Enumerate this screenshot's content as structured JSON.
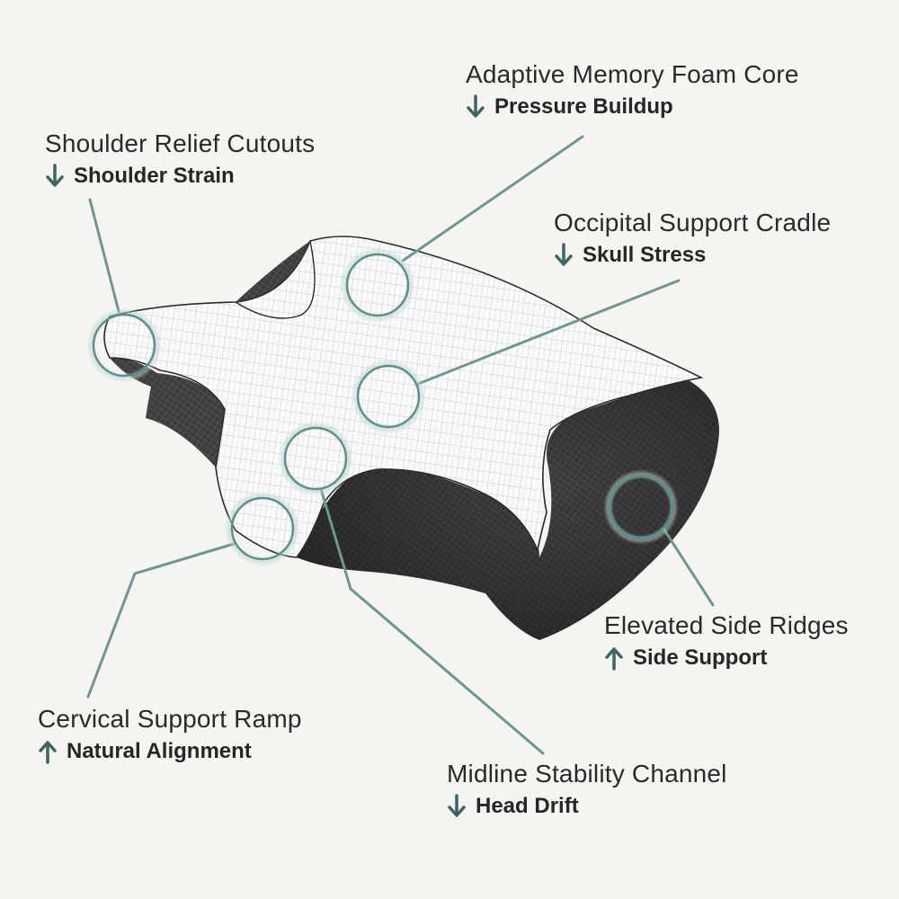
{
  "colors": {
    "background": "#f5f4f1",
    "leader_line": "#6e9692",
    "arrow": "#3b6663",
    "marker_glow": "#b9d8d4",
    "text": "#262626"
  },
  "callouts": [
    {
      "title": "Adaptive Memory Foam Core",
      "effect": "Pressure Buildup",
      "direction": "down",
      "icon": "arrow-down-icon"
    },
    {
      "title": "Shoulder Relief Cutouts",
      "effect": "Shoulder Strain",
      "direction": "down",
      "icon": "arrow-down-icon"
    },
    {
      "title": "Occipital Support Cradle",
      "effect": "Skull Stress",
      "direction": "down",
      "icon": "arrow-down-icon"
    },
    {
      "title": "Elevated Side Ridges",
      "effect": "Side Support",
      "direction": "up",
      "icon": "arrow-up-icon"
    },
    {
      "title": "Cervical Support Ramp",
      "effect": "Natural Alignment",
      "direction": "up",
      "icon": "arrow-up-icon"
    },
    {
      "title": "Midline Stability Channel",
      "effect": "Head Drift",
      "direction": "down",
      "icon": "arrow-down-icon"
    }
  ]
}
